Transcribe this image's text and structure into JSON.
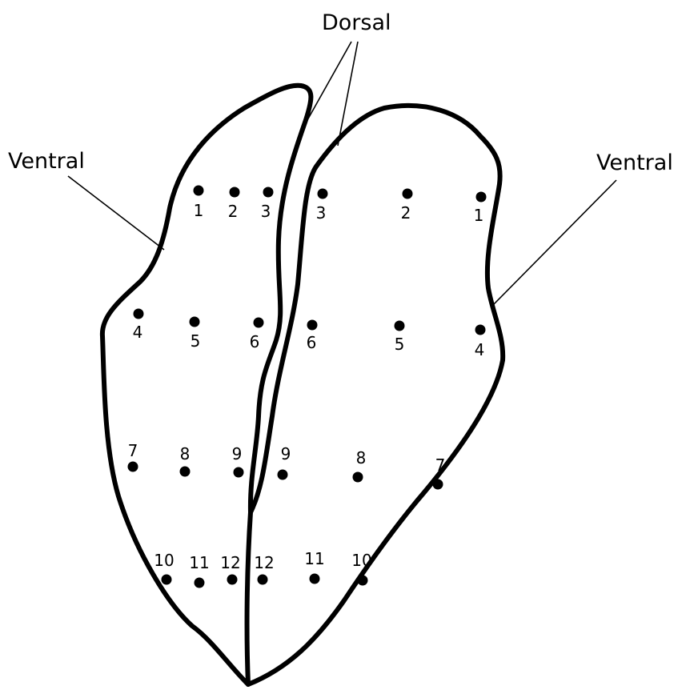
{
  "labels": {
    "dorsal": "Dorsal",
    "ventral_left": "Ventral",
    "ventral_right": "Ventral"
  },
  "left_lobe_points": [
    "1",
    "2",
    "3",
    "4",
    "5",
    "6",
    "7",
    "8",
    "9",
    "10",
    "11",
    "12"
  ],
  "right_lobe_points": [
    "3",
    "2",
    "1",
    "6",
    "5",
    "4",
    "9",
    "8",
    "7",
    "12",
    "11",
    "10"
  ]
}
